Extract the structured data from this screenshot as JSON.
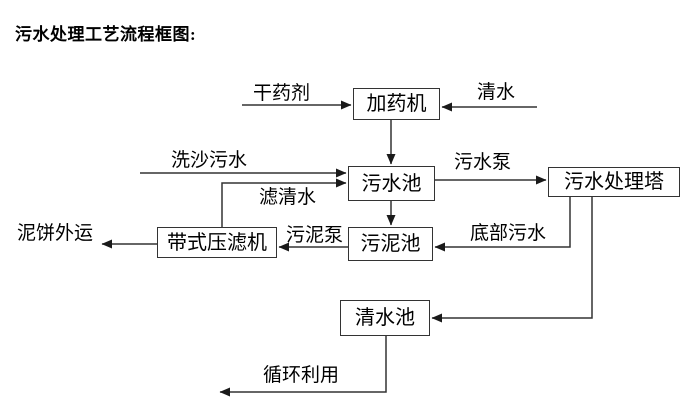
{
  "page": {
    "title": "污水处理工艺流程框图:"
  },
  "colors": {
    "background": "#ffffff",
    "line": "#333333",
    "node_border": "#333333",
    "text": "#000000"
  },
  "diagram": {
    "type": "flowchart",
    "nodes": {
      "dosing_machine": "加药机",
      "sewage_pool": "污水池",
      "sewage_treatment_tower": "污水处理塔",
      "sludge_pool": "污泥池",
      "belt_filter_press": "带式压滤机",
      "clean_water_pool": "清水池"
    },
    "flow_labels": {
      "dry_agent": "干药剂",
      "clean_water": "清水",
      "sand_washing_sewage": "洗沙污水",
      "filtered_water": "滤清水",
      "sewage_pump": "污水泵",
      "bottom_sewage": "底部污水",
      "sludge_pump": "污泥泵",
      "mud_cake_outbound": "泥饼外运",
      "recycle_use": "循环利用"
    },
    "edges": [
      "干药剂 → 加药机",
      "清水 → 加药机",
      "加药机 → 污水池",
      "洗沙污水 → 污水池",
      "带式压滤机 →(滤清水) 污水池",
      "污水池 →(污水泵) 污水处理塔",
      "污水池 → 污泥池",
      "污水处理塔 →(底部污水) 污泥池",
      "污水处理塔 → 清水池",
      "污泥池 →(污泥泵) 带式压滤机",
      "带式压滤机 → 泥饼外运",
      "清水池 → 循环利用"
    ]
  }
}
